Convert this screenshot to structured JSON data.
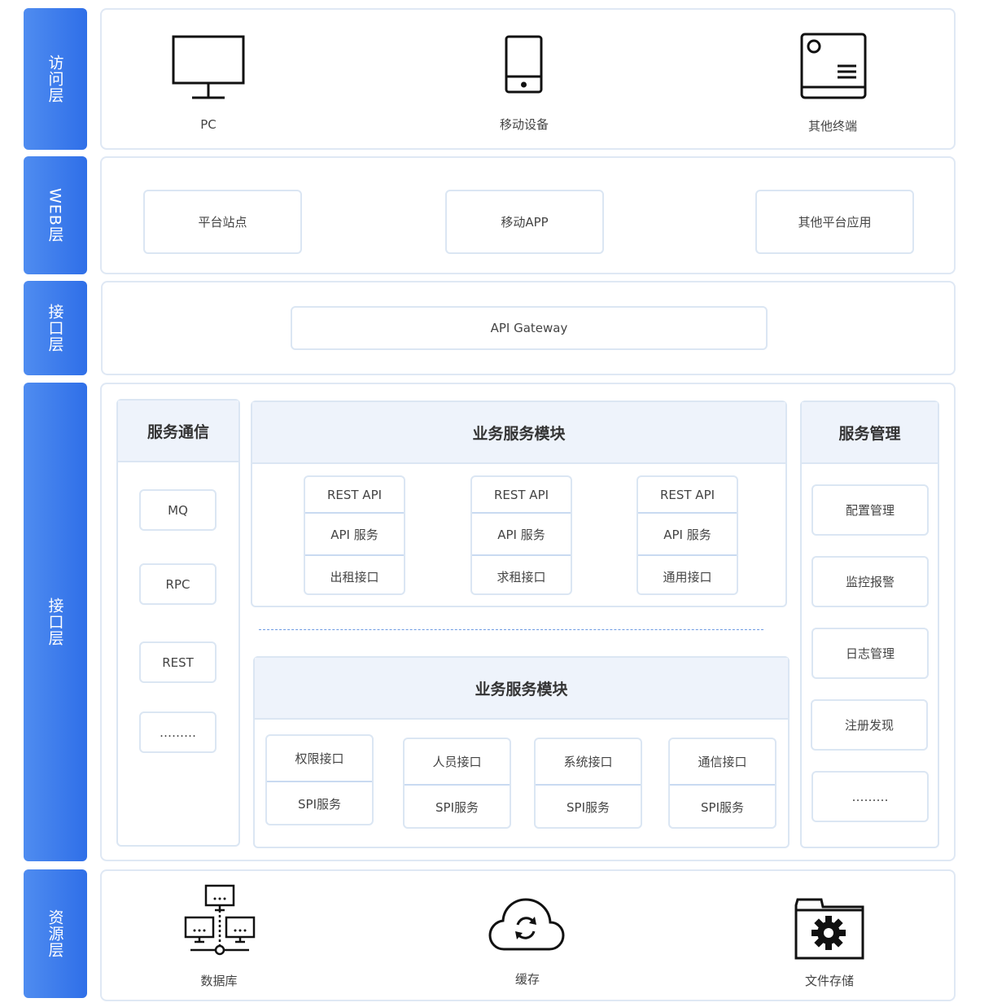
{
  "layers": {
    "access": "访问层",
    "web": "WEB层",
    "interface_top": "接口层",
    "interface_main": "接口层",
    "resource": "资源层"
  },
  "access": {
    "pc": "PC",
    "mobile": "移动设备",
    "other": "其他终端"
  },
  "web": {
    "site": "平台站点",
    "app": "移动APP",
    "other": "其他平台应用"
  },
  "gateway": "API Gateway",
  "comm": {
    "title": "服务通信",
    "items": [
      "MQ",
      "RPC",
      "REST",
      "………"
    ]
  },
  "biz_top": {
    "title": "业务服务模块",
    "stacks": [
      [
        "REST API",
        "API 服务",
        "出租接口"
      ],
      [
        "REST API",
        "API 服务",
        "求租接口"
      ],
      [
        "REST API",
        "API 服务",
        "通用接口"
      ]
    ]
  },
  "biz_bottom": {
    "title": "业务服务模块",
    "stacks": [
      [
        "权限接口",
        "SPI服务"
      ],
      [
        "人员接口",
        "SPI服务"
      ],
      [
        "系统接口",
        "SPI服务"
      ],
      [
        "通信接口",
        "SPI服务"
      ]
    ]
  },
  "mgmt": {
    "title": "服务管理",
    "items": [
      "配置管理",
      "监控报警",
      "日志管理",
      "注册发现",
      "………"
    ]
  },
  "resource": {
    "db": "数据库",
    "cache": "缓存",
    "files": "文件存储"
  },
  "colors": {
    "accent": "#3a78ea",
    "border": "#dbe6f3",
    "header_bg": "#eef3fb"
  }
}
